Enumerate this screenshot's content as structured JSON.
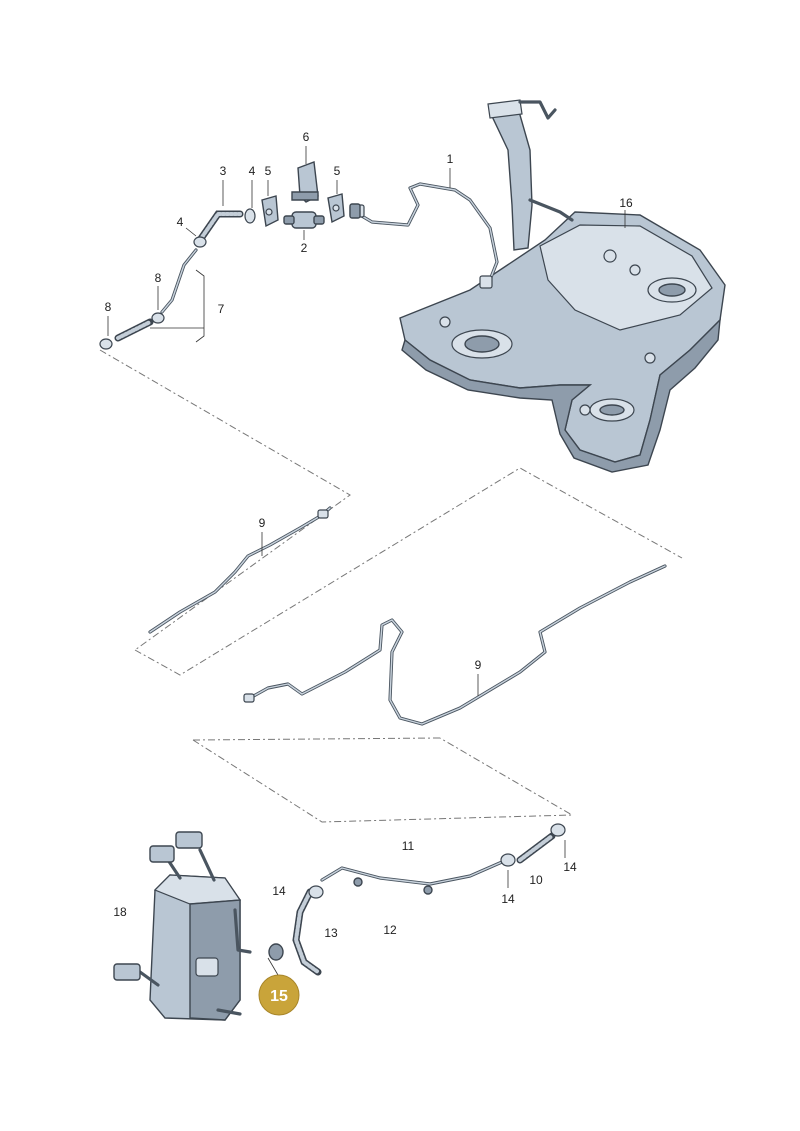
{
  "callouts": {
    "p1": "1",
    "p2": "2",
    "p3": "3",
    "p4a": "4",
    "p4b": "4",
    "p5a": "5",
    "p5b": "5",
    "p6": "6",
    "p7": "7",
    "p8a": "8",
    "p8b": "8",
    "p9a": "9",
    "p9b": "9",
    "p10": "10",
    "p11": "11",
    "p12": "12",
    "p13": "13",
    "p14a": "14",
    "p14b": "14",
    "p14c": "14",
    "p16": "16",
    "p18": "18"
  },
  "highlight": {
    "label": "15",
    "color": "#c9a43a"
  },
  "colors": {
    "part_fill": "#b9c6d3",
    "outline": "#3d4650"
  }
}
